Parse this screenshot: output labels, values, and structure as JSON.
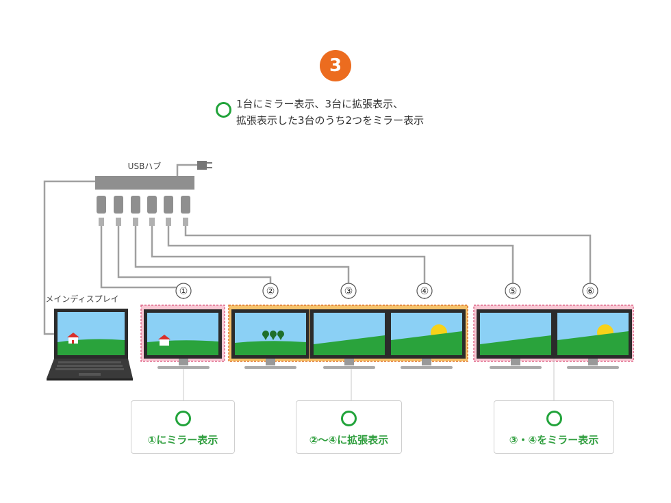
{
  "step": {
    "number": "3"
  },
  "headline": {
    "line1": "1台にミラー表示、3台に拡張表示、",
    "line2": "拡張表示した3台のうち2つをミラー表示"
  },
  "hub": {
    "label": "USBハブ"
  },
  "laptop": {
    "label": "メインディスプレイ"
  },
  "monitors": [
    {
      "number": "①"
    },
    {
      "number": "②"
    },
    {
      "number": "③"
    },
    {
      "number": "④"
    },
    {
      "number": "⑤"
    },
    {
      "number": "⑥"
    }
  ],
  "results": [
    {
      "text": "①にミラー表示"
    },
    {
      "text": "②〜④に拡張表示"
    },
    {
      "text": "③・④をミラー表示"
    }
  ],
  "colors": {
    "badge": "#ec6c1f",
    "ok": "#21a33a",
    "mirror_group": "#f8c8d4",
    "extend_group": "#f5c26b",
    "cable": "#a0a0a0"
  }
}
